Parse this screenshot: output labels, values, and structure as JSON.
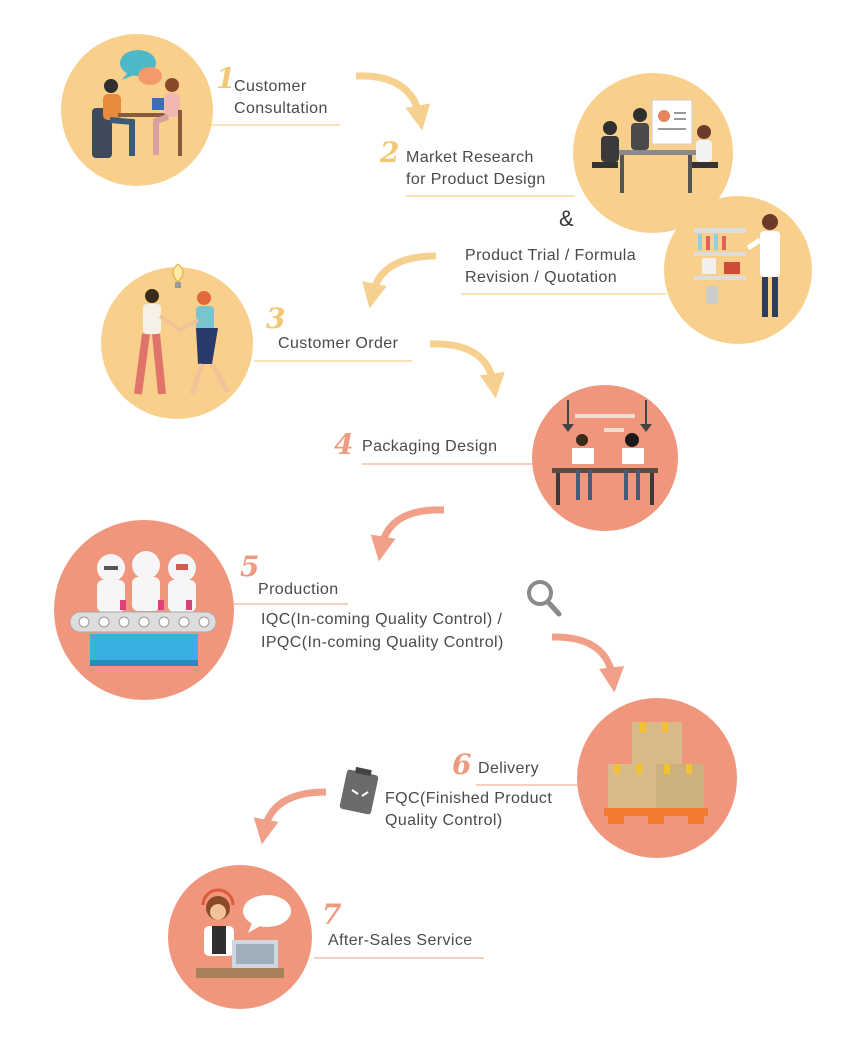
{
  "steps": [
    {
      "number": "1",
      "label_lines": [
        "Customer",
        "Consultation"
      ],
      "circle_color": "#f8d08b",
      "icon": "consultation-meeting-icon"
    },
    {
      "number": "2",
      "label_lines": [
        "Market Research",
        "for Product Design"
      ],
      "circle_color": "#f8d08b",
      "icon": "presentation-meeting-icon"
    },
    {
      "number": "",
      "label_lines": [
        "Product Trial / Formula",
        "Revision / Quotation"
      ],
      "circle_color": "#f8d08b",
      "icon": "lab-scientist-icon"
    },
    {
      "number": "3",
      "label_lines": [
        "Customer Order"
      ],
      "circle_color": "#f8d08b",
      "icon": "handshake-idea-icon"
    },
    {
      "number": "4",
      "label_lines": [
        "Packaging Design"
      ],
      "circle_color": "#ef967c",
      "icon": "design-office-icon"
    },
    {
      "number": "5",
      "label_lines": [
        "Production"
      ],
      "circle_color": "#ef967c",
      "icon": "production-line-icon"
    },
    {
      "number": "6",
      "label_lines": [
        "Delivery"
      ],
      "circle_color": "#ef967c",
      "icon": "pallet-boxes-icon"
    },
    {
      "number": "7",
      "label_lines": [
        "After-Sales Service"
      ],
      "circle_color": "#ef967c",
      "icon": "support-agent-icon"
    }
  ],
  "ampersand": "&",
  "notes": {
    "quality_control": [
      "IQC(In-coming Quality Control) /",
      "IPQC(In-coming Quality Control)"
    ],
    "final_check": [
      "FQC(Finished Product",
      "Quality Control)"
    ]
  },
  "colors": {
    "yellow": "#f8d08b",
    "salmon": "#ef967c",
    "yellow_arrow": "#f6d08e",
    "salmon_arrow": "#f0a088",
    "text": "#4a4a4a"
  }
}
